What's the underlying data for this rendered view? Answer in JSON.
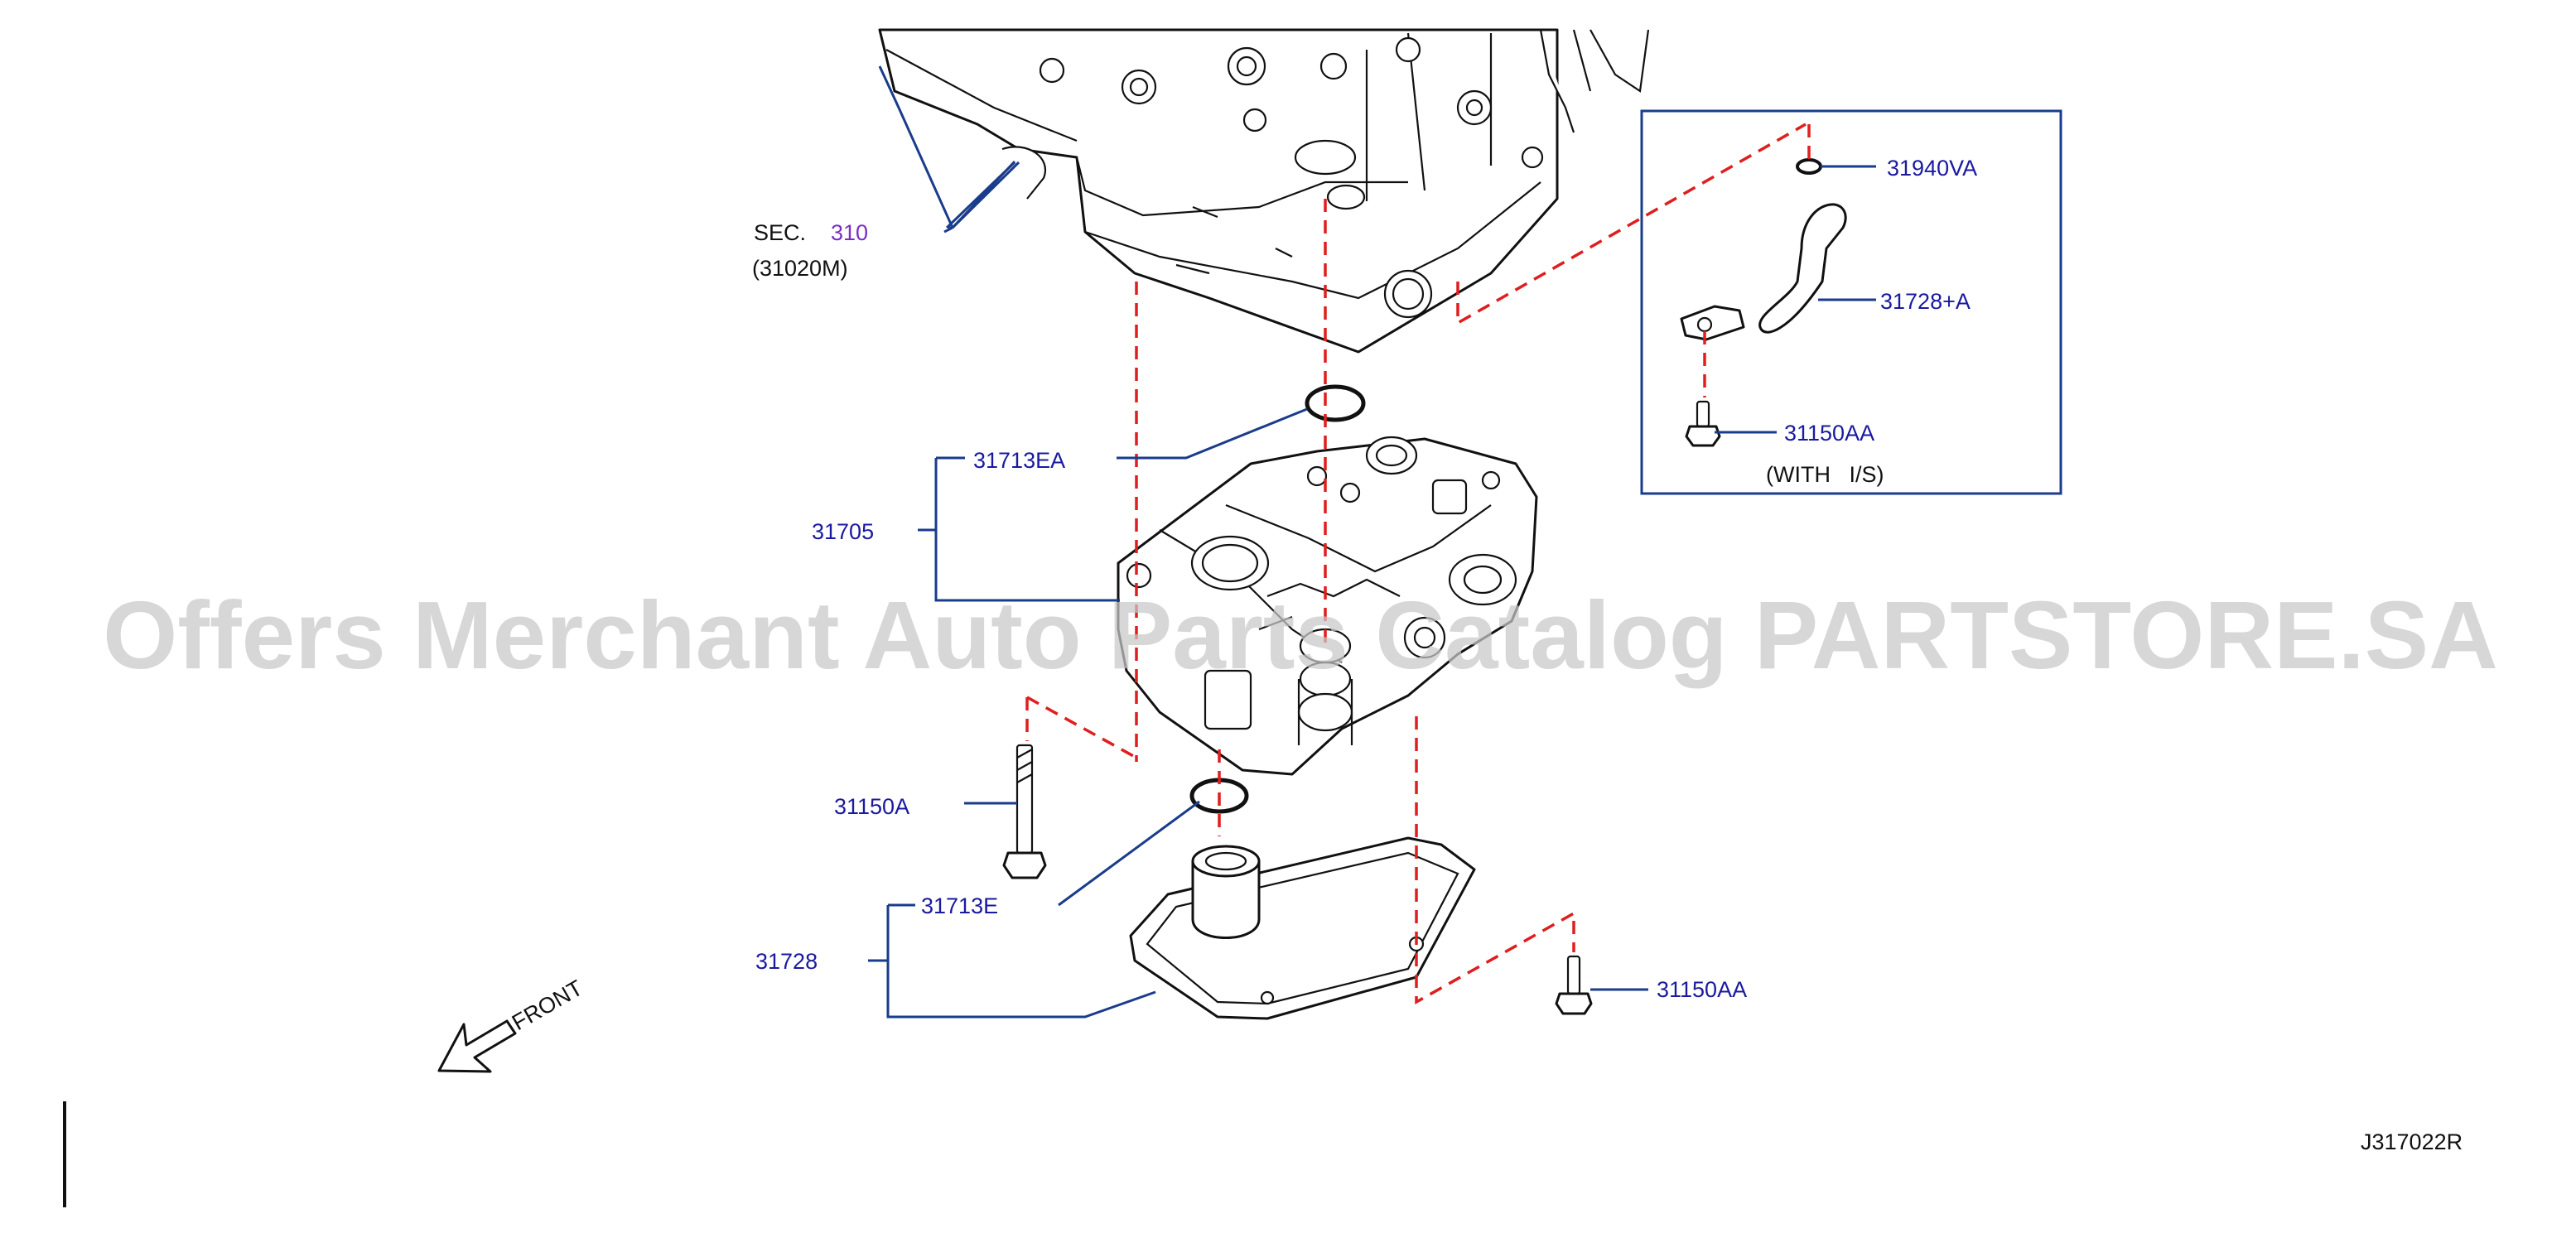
{
  "diagram": {
    "section": {
      "prefix": "SEC.",
      "number": "310",
      "sub": "(31020M)"
    },
    "callouts": {
      "p31713EA": "31713EA",
      "p31705": "31705",
      "p31150A": "31150A",
      "p31713E": "31713E",
      "p31728": "31728",
      "p31150AA_bottom": "31150AA"
    },
    "inset": {
      "p31940VA": "31940VA",
      "p31728A": "31728+A",
      "p31150AA": "31150AA",
      "note": "(WITH   I/S)"
    },
    "front_label": "FRONT",
    "figure_code": "J317022R",
    "watermark": "Offers Merchant Auto Parts Catalog PARTSTORE.SA",
    "colors": {
      "callout": "#1a1aa0",
      "leader": "#1a3c8c",
      "dash": "#e01e1e",
      "section_number": "#7a2ec8"
    }
  }
}
